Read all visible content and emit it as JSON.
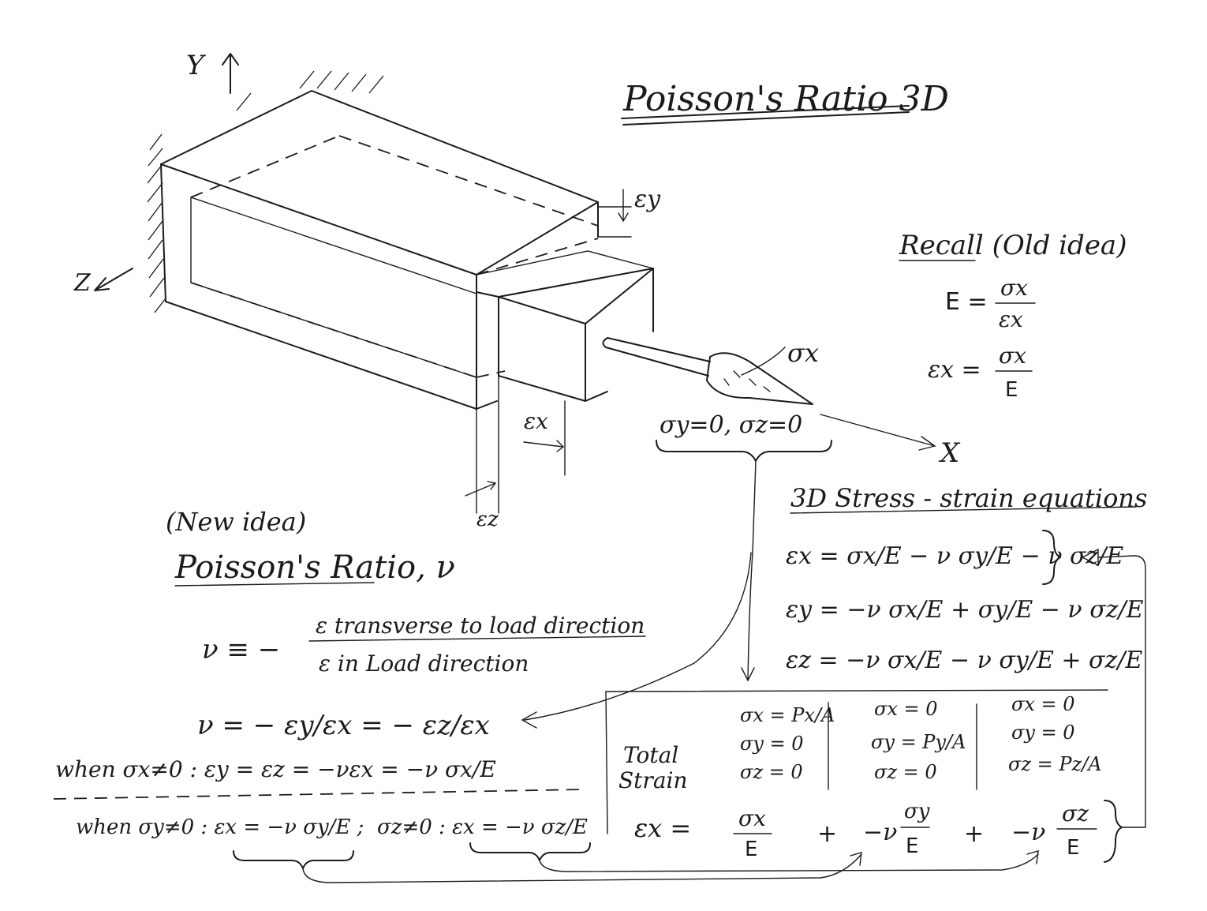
{
  "title": "Poisson's Ratio 3D",
  "axes": {
    "y": "Y",
    "z": "Z",
    "x": "X"
  },
  "labels": {
    "eps_y": "εy",
    "eps_x": "εx",
    "eps_z": "εz",
    "sigma_x": "σx",
    "sigma_zero": "σy=0, σz=0"
  },
  "recall": {
    "heading": "Recall (Old idea)",
    "e_lhs": "E =",
    "e_num": "σx",
    "e_den": "εx",
    "eps_lhs": "εx =",
    "eps_num": "σx",
    "eps_den": "E"
  },
  "stress_strain": {
    "heading": "3D Stress - strain equations",
    "eq_x": "εx = σx/E − ν σy/E − ν σz/E",
    "eq_y": "εy = −ν σx/E + σy/E − ν σz/E",
    "eq_z": "εz = −ν σx/E − ν σy/E + σz/E"
  },
  "new_idea": {
    "tag": "(New idea)",
    "heading": "Poisson's Ratio, ν",
    "nu_def_lhs": "ν ≡ −",
    "nu_def_num": "ε transverse to load direction",
    "nu_def_den": "ε in Load direction",
    "nu_ratio": "ν = − εy/εx = − εz/εx",
    "when_x": "when σx≠0 : εy = εz = −νεx = −ν σx/E",
    "when_y": "when σy≠0 : εx = −ν σy/E ;",
    "when_z": "σz≠0 : εx = −ν σz/E"
  },
  "table": {
    "row_label_1": "Total",
    "row_label_2": "Strain",
    "col1": [
      "σx = Px/A",
      "σy = 0",
      "σz = 0"
    ],
    "col2": [
      "σx = 0",
      "σy = Py/A",
      "σz = 0"
    ],
    "col3": [
      "σx = 0",
      "σy = 0",
      "σz = Pz/A"
    ],
    "total_lhs": "εx =",
    "term1_num": "σx",
    "term1_den": "E",
    "plus1": "+",
    "term2_coef": "−ν",
    "term2_num": "σy",
    "term2_den": "E",
    "plus2": "+",
    "term3_coef": "−ν",
    "term3_num": "σz",
    "term3_den": "E"
  }
}
